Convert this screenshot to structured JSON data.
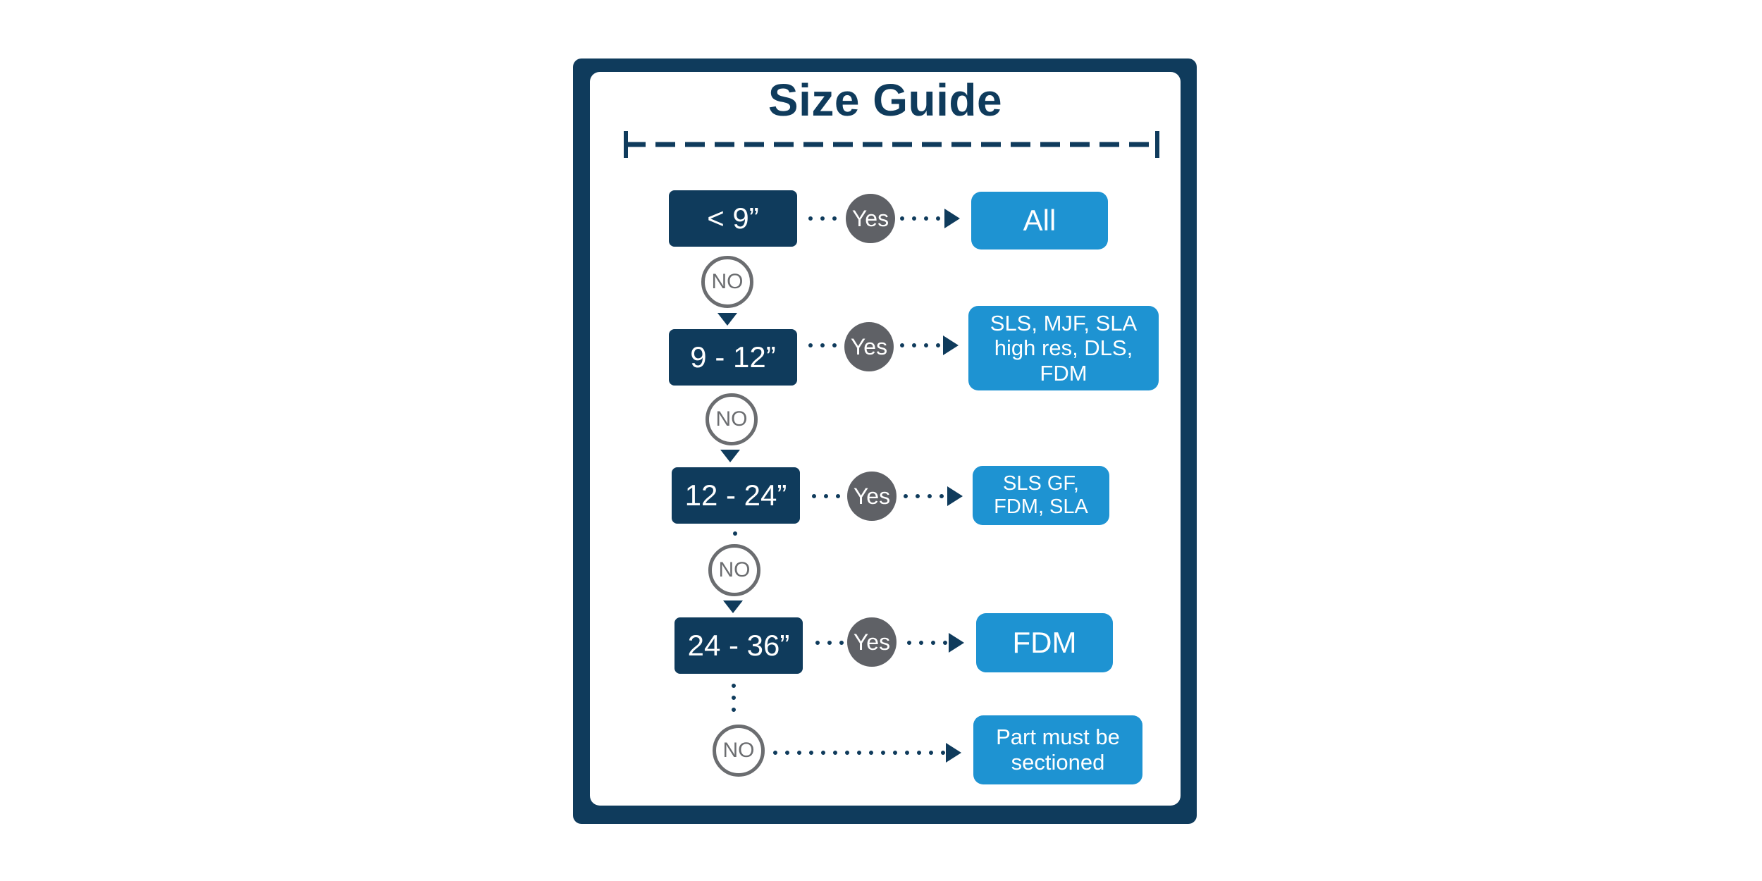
{
  "title": "Size Guide",
  "colors": {
    "navy": "#0f3b5c",
    "blue": "#1e93d2",
    "gray": "#5f6166",
    "outline": "#6b6d70"
  },
  "rows": [
    {
      "size": "< 9”",
      "yes": "Yes",
      "result": "All",
      "no": "NO"
    },
    {
      "size": "9 - 12”",
      "yes": "Yes",
      "result": "SLS, MJF, SLA high res, DLS, FDM",
      "no": "NO"
    },
    {
      "size": "12 - 24”",
      "yes": "Yes",
      "result": "SLS GF, FDM, SLA",
      "no": "NO"
    },
    {
      "size": "24 - 36”",
      "yes": "Yes",
      "result": "FDM",
      "no": "NO"
    }
  ],
  "final": {
    "result": "Part must be sectioned"
  }
}
